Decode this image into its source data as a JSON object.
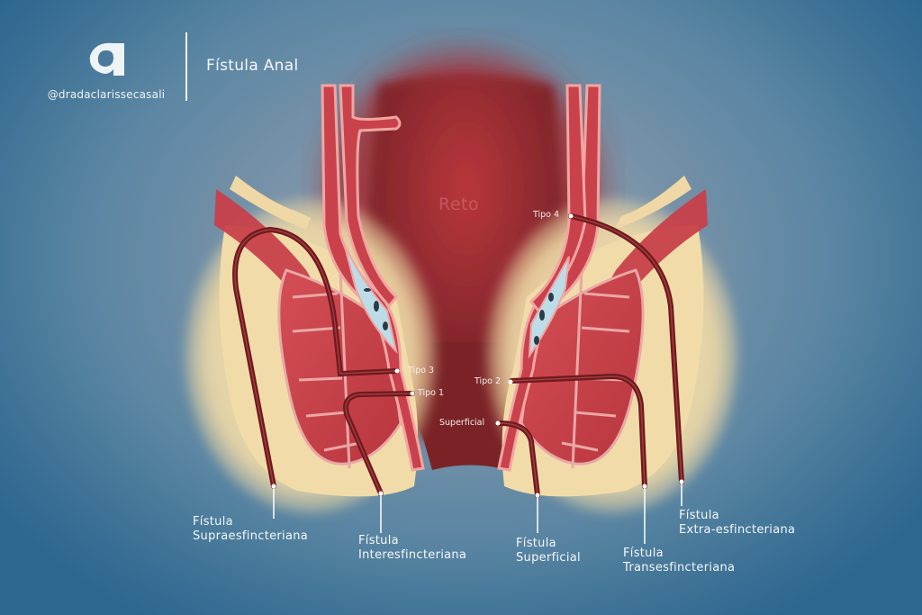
{
  "header": {
    "brand_handle": "@dradaclarissecasali",
    "brand_logo": "letter-a-logo",
    "title": "Fístula Anal"
  },
  "diagram": {
    "organ_label": "Reto",
    "path_tags": [
      {
        "id": "tipo4",
        "label": "Tipo 4"
      },
      {
        "id": "tipo3",
        "label": "Tipo 3"
      },
      {
        "id": "tipo1",
        "label": "Tipo 1"
      },
      {
        "id": "tipo2",
        "label": "Tipo 2"
      },
      {
        "id": "superficial",
        "label": "Superficial"
      }
    ],
    "callouts": [
      {
        "id": "supra",
        "line1": "Fístula",
        "line2": "Supraesfincteriana"
      },
      {
        "id": "inter",
        "line1": "Fístula",
        "line2": "Interesfincteriana"
      },
      {
        "id": "superficial",
        "line1": "Fístula",
        "line2": "Superficial"
      },
      {
        "id": "trans",
        "line1": "Fístula",
        "line2": "Transesfincteriana"
      },
      {
        "id": "extra",
        "line1": "Fístula",
        "line2": "Extra-esfincteriana"
      }
    ],
    "colors": {
      "background_center": "#8a98a8",
      "background_edge": "#2f6690",
      "rectum": "#8c2a2e",
      "muscle": "#c9424b",
      "fat": "#f0d9a8",
      "fistula_tract": "#6e1a1e",
      "text": "#f4f7f9"
    }
  }
}
